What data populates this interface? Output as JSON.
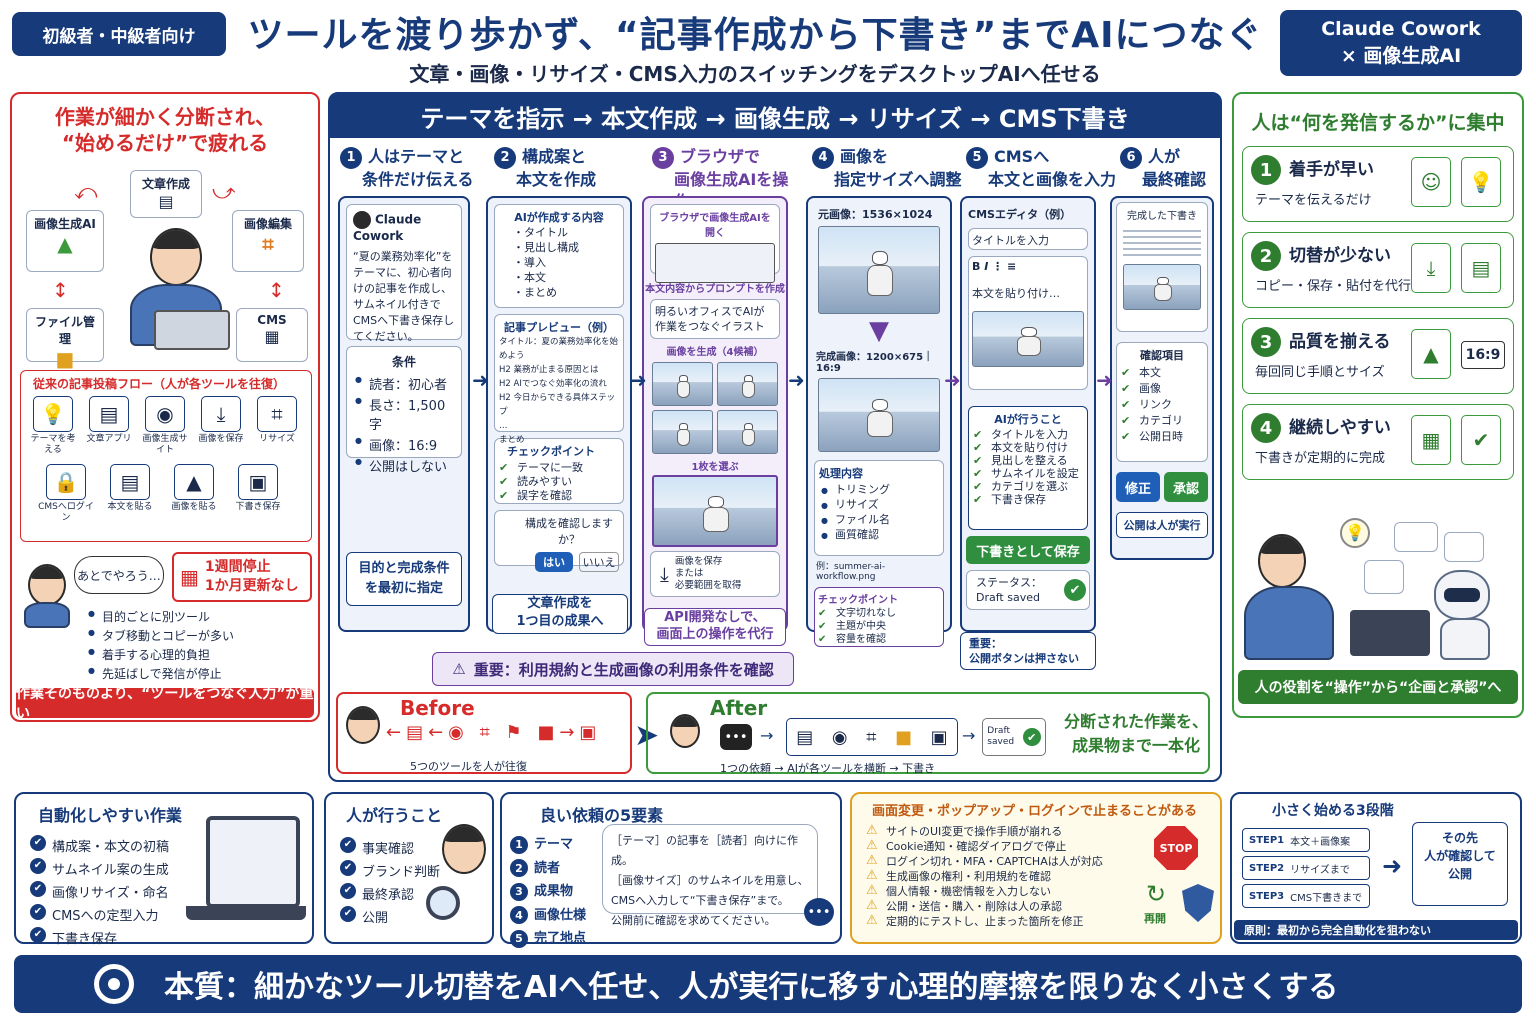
{
  "header": {
    "tag": "初級者・中級者向け",
    "title": "ツールを渡り歩かず、“記事作成から下書き”までAIにつなぐ",
    "subtitle": "文章・画像・リサイズ・CMS入力のスイッチングをデスクトップAIへ任せる",
    "brand_line1": "Claude Cowork",
    "brand_line2": "× 画像生成AI"
  },
  "left": {
    "title1": "作業が細かく分断され、",
    "title2": "“始めるだけ”で疲れる",
    "tools": [
      "文章作成",
      "画像生成AI",
      "画像編集",
      "ファイル管理",
      "CMS"
    ],
    "flow_title": "従来の記事投稿フロー（人が各ツールを往復）",
    "flow_row1": [
      "テーマを考える",
      "文章アプリ",
      "画像生成サイト",
      "画像を保存",
      "リサイズ"
    ],
    "flow_row2": [
      "CMSへログイン",
      "本文を貼る",
      "画像を貼る",
      "下書き保存"
    ],
    "bubble": "あとでやろう…",
    "stop1": "1週間停止",
    "stop2": "1か月更新なし",
    "bullets": [
      "目的ごとに別ツール",
      "タブ移動とコピーが多い",
      "着手する心理的負担",
      "先延ばしで発信が停止"
    ],
    "footer": "作業そのものより、“ツールをつなぐ人力”が重い"
  },
  "workflow": {
    "header": "テーマを指示 → 本文作成 → 画像生成 → リサイズ → CMS下書き",
    "steps": [
      {
        "n": "1",
        "h1": "人はテーマと",
        "h2": "条件だけ伝える"
      },
      {
        "n": "2",
        "h1": "構成案と",
        "h2": "本文を作成"
      },
      {
        "n": "3",
        "h1": "ブラウザで",
        "h2": "画像生成AIを操作"
      },
      {
        "n": "4",
        "h1": "画像を",
        "h2": "指定サイズへ調整"
      },
      {
        "n": "5",
        "h1": "CMSへ",
        "h2": "本文と画像を入力"
      },
      {
        "n": "6",
        "h1": "人が",
        "h2": "最終確認"
      }
    ],
    "s1": {
      "app": "Claude Cowork",
      "msg": "“夏の業務効率化”をテーマに、初心者向けの記事を作成し、サムネイル付きでCMSへ下書き保存してください。",
      "cond_title": "条件",
      "conds": [
        "読者：初心者",
        "長さ：1,500字",
        "画像：16:9",
        "公開はしない"
      ],
      "footer": "目的と完成条件を最初に指定"
    },
    "s2": {
      "ai_title": "AIが作成する内容",
      "ai_items": [
        "・タイトル",
        "・見出し構成",
        "・導入",
        "・本文",
        "・まとめ"
      ],
      "preview_title": "記事プレビュー（例）",
      "preview_lines": [
        "タイトル：夏の業務効率化を始めよう",
        "H2 業務が止まる原因とは",
        "H2 AIでつなぐ効率化の流れ",
        "H2 今日からできる具体ステップ",
        "…",
        "まとめ"
      ],
      "check_title": "チェックポイント",
      "checks": [
        "テーマに一致",
        "読みやすい",
        "誤字を確認"
      ],
      "confirm": "構成を確認しますか？",
      "yes": "はい",
      "no": "いいえ",
      "footer1": "文章作成を",
      "footer2": "1つ目の成果へ"
    },
    "s3": {
      "browser_title": "ブラウザで画像生成AIを開く",
      "prompt_title": "本文内容からプロンプトを作成",
      "prompt": "明るいオフィスでAIが作業をつなぐイラスト",
      "gen_title": "画像を生成（4候補）",
      "pick": "1枚を選ぶ",
      "save1": "画像を保存",
      "save2": "または",
      "save3": "必要範囲を取得",
      "footer1": "API開発なしで、",
      "footer2": "画面上の操作を代行"
    },
    "s4": {
      "orig": "元画像：1536×1024",
      "done": "完成画像：1200×675｜16:9",
      "proc_title": "処理内容",
      "procs": [
        "トリミング",
        "リサイズ",
        "ファイル名",
        "画質確認"
      ],
      "example": "例：summer-ai-workflow.png",
      "check_title": "チェックポイント",
      "checks": [
        "文字切れなし",
        "主題が中央",
        "容量を確認"
      ]
    },
    "s5": {
      "editor": "CMSエディタ（例）",
      "title_in": "タイトルを入力",
      "body_in": "本文を貼り付け…",
      "ai_title": "AIが行うこと",
      "ai_items": [
        "タイトルを入力",
        "本文を貼り付け",
        "見出しを整える",
        "サムネイルを設定",
        "カテゴリを選ぶ",
        "下書き保存"
      ],
      "save_btn": "下書きとして保存",
      "status1": "ステータス：",
      "status2": "Draft saved",
      "imp1": "重要：",
      "imp2": "公開ボタンは押さない"
    },
    "s6": {
      "done_title": "完成した下書き",
      "check_title": "確認項目",
      "checks": [
        "本文",
        "画像",
        "リンク",
        "カテゴリ",
        "公開日時"
      ],
      "edit": "修正",
      "approve": "承認",
      "footer": "公開は人が実行"
    },
    "warning": "重要：利用規約と生成画像の利用条件を確認",
    "before": {
      "label": "Before",
      "caption": "5つのツールを人が往復"
    },
    "after": {
      "label": "After",
      "draft1": "Draft",
      "draft2": "saved",
      "caption": "1つの依頼 → AIが各ツールを横断 → 下書き",
      "msg1": "分断された作業を、",
      "msg2": "成果物まで一本化"
    }
  },
  "right": {
    "title": "人は“何を発信するか”に集中",
    "items": [
      {
        "n": "1",
        "title": "着手が早い",
        "desc": "テーマを伝えるだけ"
      },
      {
        "n": "2",
        "title": "切替が少ない",
        "desc": "コピー・保存・貼付を代行"
      },
      {
        "n": "3",
        "title": "品質を揃える",
        "desc": "毎回同じ手順とサイズ",
        "badge": "16:9"
      },
      {
        "n": "4",
        "title": "継続しやすい",
        "desc": "下書きが定期的に完成"
      }
    ],
    "footer": "人の役割を“操作”から“企画と承認”へ"
  },
  "bottom": {
    "auto_title": "自動化しやすい作業",
    "auto_items": [
      "構成案・本文の初稿",
      "サムネイル案の生成",
      "画像リサイズ・命名",
      "CMSへの定型入力",
      "下書き保存"
    ],
    "human_title": "人が行うこと",
    "human_items": [
      "事実確認",
      "ブランド判断",
      "最終承認",
      "公開"
    ],
    "req_title": "良い依頼の5要素",
    "req_items": [
      {
        "n": "1",
        "t": "テーマ"
      },
      {
        "n": "2",
        "t": "読者"
      },
      {
        "n": "3",
        "t": "成果物"
      },
      {
        "n": "4",
        "t": "画像仕様"
      },
      {
        "n": "5",
        "t": "完了地点"
      }
    ],
    "req_msg": [
      "［テーマ］の記事を［読者］向けに作成。",
      "［画像サイズ］のサムネイルを用意し、",
      "CMSへ入力して“下書き保存”まで。",
      "公開前に確認を求めてください。"
    ],
    "risk_title": "画面変更・ポップアップ・ログインで止まることがある",
    "risk_items": [
      "サイトのUI変更で操作手順が崩れる",
      "Cookie通知・確認ダイアログで停止",
      "ログイン切れ・MFA・CAPTCHAは人が対応",
      "生成画像の権利・利用規約を確認",
      "個人情報・機密情報を入力しない",
      "公開・送信・購入・削除は人の承認",
      "定期的にテストし、止まった箇所を修正"
    ],
    "stop": "STOP",
    "resume": "再開",
    "stage_title": "小さく始める3段階",
    "stages": [
      {
        "s": "STEP1",
        "t": "本文＋画像案"
      },
      {
        "s": "STEP2",
        "t": "リサイズまで"
      },
      {
        "s": "STEP3",
        "t": "CMS下書きまで"
      }
    ],
    "stage_next1": "その先",
    "stage_next2": "人が確認して",
    "stage_next3": "公開",
    "principle": "原則：最初から完全自動化を狙わない"
  },
  "footer": "本質：細かなツール切替をAIへ任せ、人が実行に移す心理的摩擦を限りなく小さくする"
}
